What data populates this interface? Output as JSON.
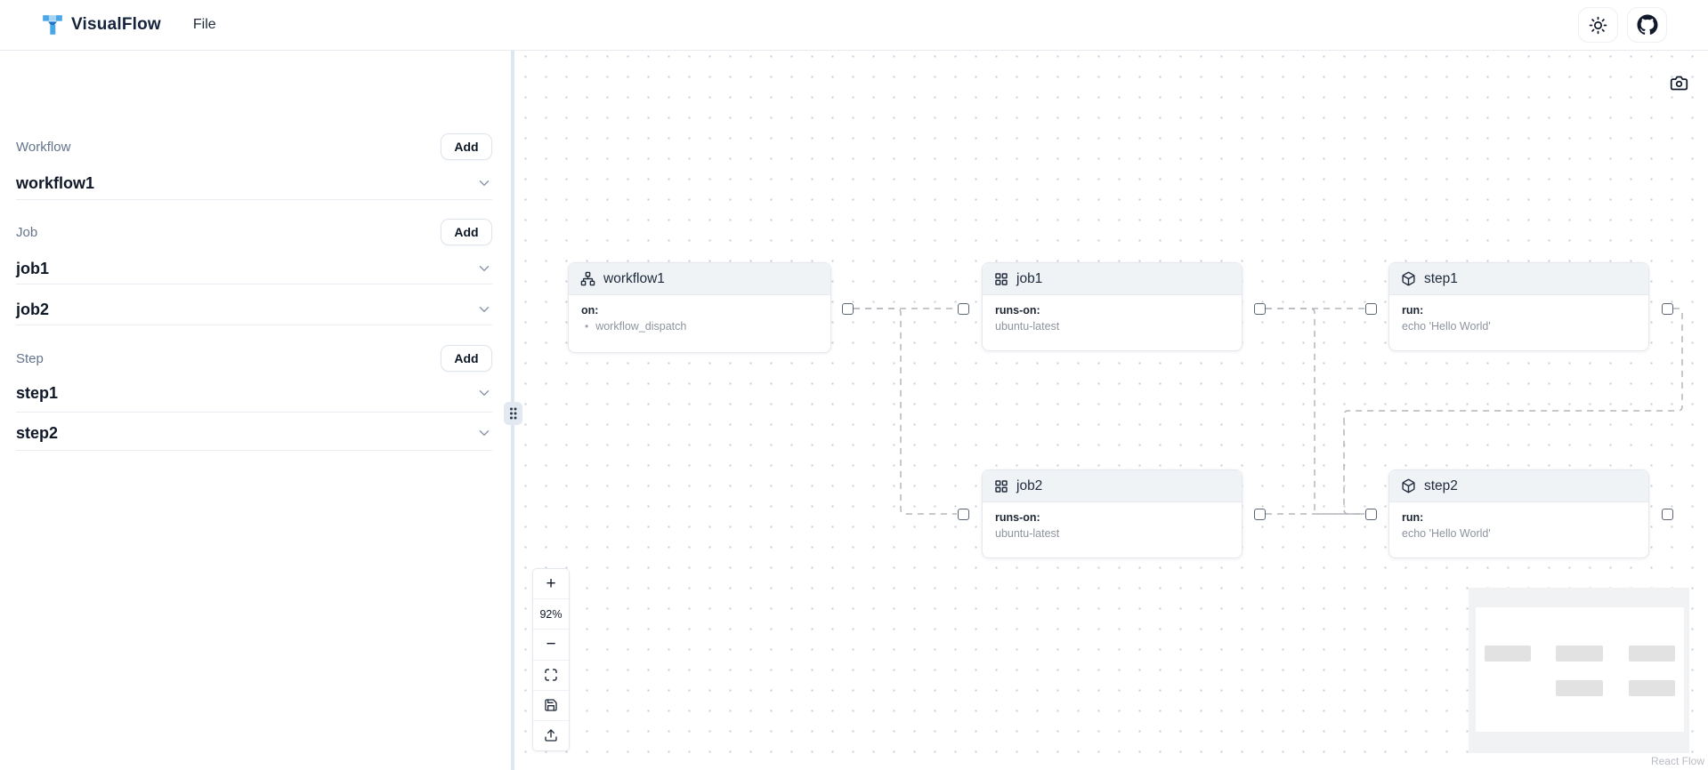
{
  "navbar": {
    "brand": "VisualFlow",
    "menu": {
      "file": "File"
    },
    "actions": {
      "theme_icon": "sun-icon",
      "github_icon": "github-icon"
    }
  },
  "sidebar": {
    "sections": [
      {
        "label": "Workflow",
        "add_label": "Add",
        "items": [
          {
            "name": "workflow1"
          }
        ]
      },
      {
        "label": "Job",
        "add_label": "Add",
        "items": [
          {
            "name": "job1"
          },
          {
            "name": "job2"
          }
        ]
      },
      {
        "label": "Step",
        "add_label": "Add",
        "items": [
          {
            "name": "step1"
          },
          {
            "name": "step2"
          }
        ]
      }
    ]
  },
  "canvas": {
    "nodes": [
      {
        "id": "workflow1",
        "icon": "sitemap-icon",
        "title": "workflow1",
        "field_label": "on:",
        "bullet": "•",
        "field_value": "workflow_dispatch"
      },
      {
        "id": "job1",
        "icon": "grid-icon",
        "title": "job1",
        "field_label": "runs-on:",
        "bullet": "",
        "field_value": "ubuntu-latest"
      },
      {
        "id": "step1",
        "icon": "package-icon",
        "title": "step1",
        "field_label": "run:",
        "bullet": "",
        "field_value": "echo 'Hello World'"
      },
      {
        "id": "job2",
        "icon": "grid-icon",
        "title": "job2",
        "field_label": "runs-on:",
        "bullet": "",
        "field_value": "ubuntu-latest"
      },
      {
        "id": "step2",
        "icon": "package-icon",
        "title": "step2",
        "field_label": "run:",
        "bullet": "",
        "field_value": "echo 'Hello World'"
      }
    ],
    "edges": [
      {
        "from": "workflow1",
        "to": "job1"
      },
      {
        "from": "workflow1",
        "to": "job2"
      },
      {
        "from": "job1",
        "to": "step1"
      },
      {
        "from": "job1",
        "to": "step2"
      },
      {
        "from": "job2",
        "to": "step2"
      },
      {
        "from": "step1",
        "to": "step2"
      }
    ],
    "controls": {
      "zoom_in": "+",
      "zoom_level": "92%",
      "zoom_out": "−"
    },
    "attribution": "React Flow"
  },
  "colors": {
    "logo_blue": "#4ba6e8",
    "logo_dark_blue": "#1b74c8",
    "edge_gray": "#b3b5bc",
    "node_header_bg": "#eff3f6",
    "accent_text": "#15233c"
  }
}
